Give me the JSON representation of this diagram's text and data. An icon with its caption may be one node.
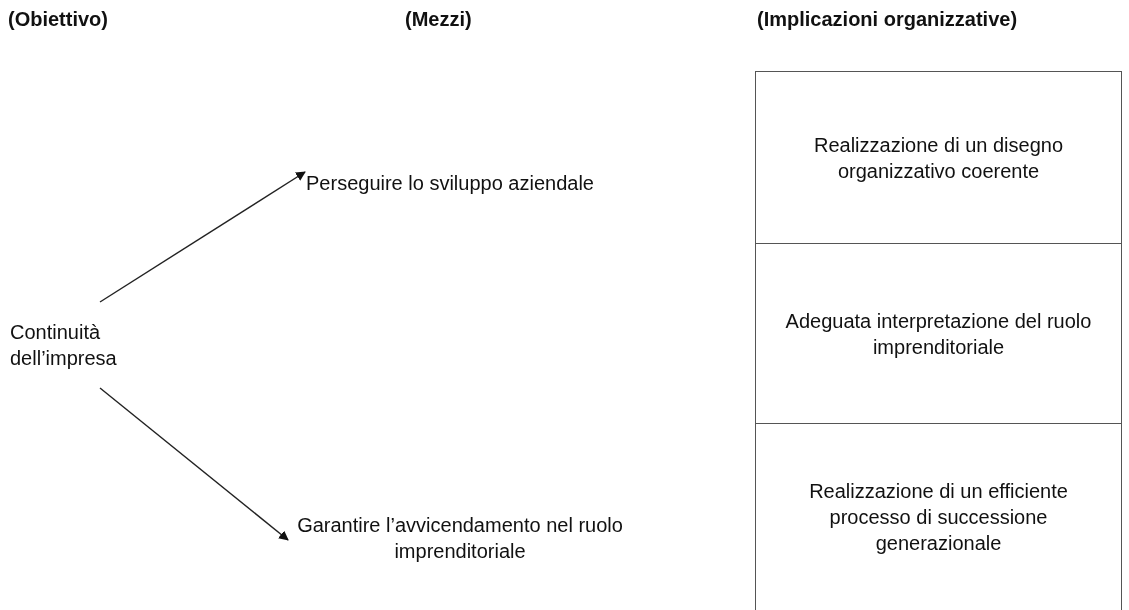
{
  "diagram": {
    "nodes": [
      {
        "text": [
          "Continuità dell’impresa"
        ]
      },
      {
        "text": [
          "Perseguire lo sviluppo aziendale"
        ]
      },
      {
        "text": [
          "Garantire l’avvicendamento nel ruolo imprenditoriale"
        ]
      },
      {
        "text": [
          "Realizzazione di un disegno organizzativo coerente"
        ]
      },
      {
        "text": [
          "Adeguata interpretazione del ruolo imprenditoriale"
        ]
      },
      {
        "text": [
          "Realizzazione di un efficiente processo di successione generazionale"
        ]
      }
    ],
    "edges": [
      {
        "from": 0,
        "to": 1,
        "arrow": "to"
      },
      {
        "from": 0,
        "to": 2,
        "arrow": "to"
      }
    ],
    "labels": [
      "(Obiettivo)",
      "(Mezzi)",
      "(Implicazioni organizzative)"
    ]
  }
}
